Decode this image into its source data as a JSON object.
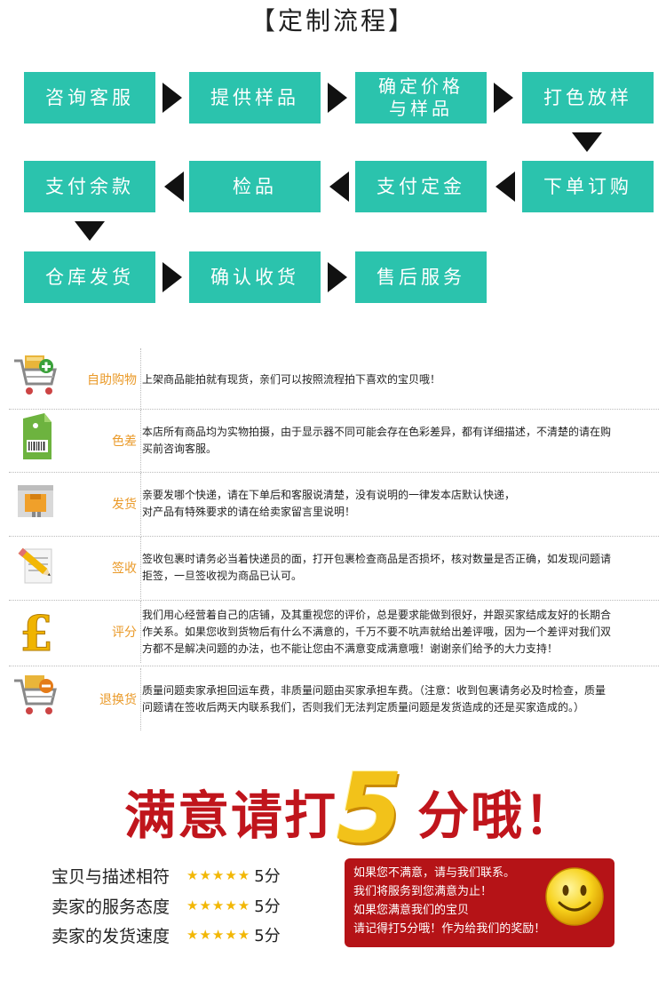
{
  "title": "【定制流程】",
  "flow": {
    "steps": [
      "咨询客服",
      "提供样品",
      "确定价格\n与样品",
      "打色放样",
      "下单订购",
      "支付定金",
      "检品",
      "支付余款",
      "仓库发货",
      "确认收货",
      "售后服务"
    ]
  },
  "info": [
    {
      "icon": "shopping-cart-add-icon",
      "label": "自助购物",
      "text": "上架商品能拍就有现货，亲们可以按照流程拍下喜欢的宝贝哦！"
    },
    {
      "icon": "barcode-tag-icon",
      "label": "色差",
      "text": "本店所有商品均为实物拍摄，由于显示器不同可能会存在色彩差异，都有详细描述，不清楚的请在购\n买前咨询客服。"
    },
    {
      "icon": "delivery-box-icon",
      "label": "发货",
      "text": "亲要发哪个快递，请在下单后和客服说清楚，没有说明的一律发本店默认快递，\n对产品有特殊要求的请在给卖家留言里说明！"
    },
    {
      "icon": "pencil-document-icon",
      "label": "签收",
      "text": "签收包裹时请务必当着快递员的面，打开包裹检查商品是否损坏，核对数量是否正确，如发现问题请\n拒签，一旦签收视为商品已认可。"
    },
    {
      "icon": "pound-sign-icon",
      "label": "评分",
      "text": "我们用心经营着自己的店铺，及其重视您的评价，总是要求能做到很好，并跟买家结成友好的长期合\n作关系。如果您收到货物后有什么不满意的，千万不要不吭声就给出差评哦，因为一个差评对我们双\n方都不是解决问题的办法，也不能让您由不满意变成满意哦！谢谢亲们给予的大力支持！"
    },
    {
      "icon": "shopping-cart-remove-icon",
      "label": "退换货",
      "text": "质量问题卖家承担回运车费，非质量问题由买家承担车费。（注意：收到包裹请务必及时检查，质量\n问题请在签收后两天内联系我们，否则我们无法判定质量问题是发货造成的还是买家造成的。）"
    }
  ],
  "rating": {
    "slogan_left": "满意请打",
    "slogan_number": "5",
    "slogan_right": "分哦！",
    "lines": [
      {
        "label": "宝贝与描述相符",
        "stars": "★★★★★",
        "score": "5分"
      },
      {
        "label": "卖家的服务态度",
        "stars": "★★★★★",
        "score": "5分"
      },
      {
        "label": "卖家的发货速度",
        "stars": "★★★★★",
        "score": "5分"
      }
    ],
    "note_lines": [
      "如果您不满意，请与我们联系。",
      "我们将服务到您满意为止！",
      "如果您满意我们的宝贝",
      "请记得打5分哦！作为给我们的奖励！"
    ]
  },
  "colors": {
    "accent": "#2bc3ad",
    "label": "#ea9a29",
    "slogan": "#c0151c",
    "note_bg": "#b51317",
    "star": "#f2b705"
  }
}
